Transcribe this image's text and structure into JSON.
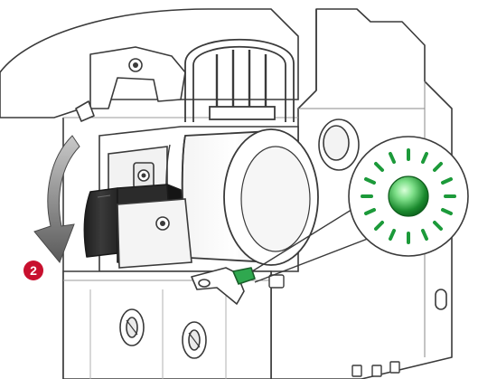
{
  "step": {
    "number": "2"
  },
  "colors": {
    "step_badge": "#c8102e",
    "indicator_glow": "#1c9a3a",
    "indicator_light": "#7fe08a",
    "indicator_core": "#1b8a2e",
    "latch_green": "#2fa84f",
    "handle_dark": "#2b2b2b",
    "arrow_gray": "#6e6e6e",
    "outline": "#3a3a3a"
  },
  "icons": {
    "rotation_arrow": "curved-arrow-down",
    "indicator_light": "green-led-blinking",
    "screw_terminal": "terminal-screw"
  }
}
